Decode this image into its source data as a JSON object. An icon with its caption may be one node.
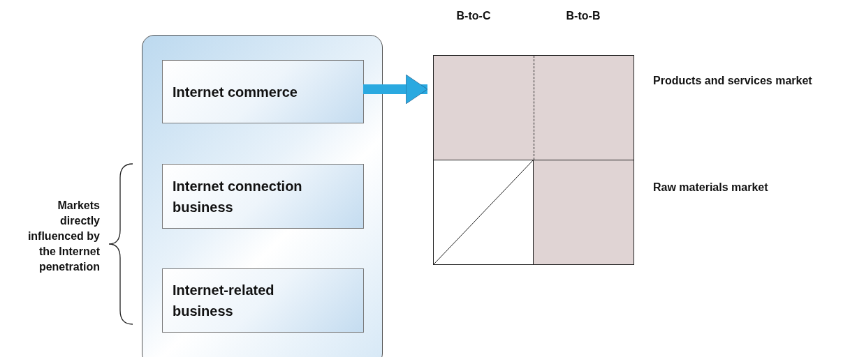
{
  "diagram": {
    "nodes": [
      {
        "text": [],
        "shape": "box"
      },
      {
        "text": [
          "Internet commerce"
        ],
        "in": 0
      },
      {
        "text": [
          "Internet connection business"
        ],
        "in": 0
      },
      {
        "text": [
          "Internet-related business"
        ],
        "in": 0
      },
      {
        "text": [],
        "shape": "box"
      },
      {
        "text": [],
        "shape": "box"
      },
      {
        "text": [],
        "shape": "box"
      }
    ],
    "edges": [
      {
        "from": 1,
        "to": 4,
        "arrow": "to",
        "color": "#2aa9e0"
      }
    ],
    "labels": [
      "B-to-C",
      "B-to-B",
      "Products and services market",
      "Raw materials market",
      "Markets directly influenced by the Internet penetration"
    ]
  }
}
